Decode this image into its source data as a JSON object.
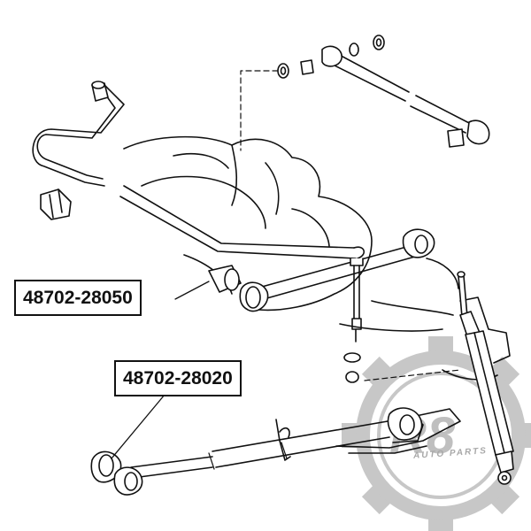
{
  "parts": [
    {
      "number": "48702-28050"
    },
    {
      "number": "48702-28020"
    }
  ],
  "watermark": {
    "mark": "R8",
    "tagline": "AUTO PARTS",
    "color": "#9a9a9a"
  },
  "colors": {
    "ink": "#111111",
    "label_border": "#111111",
    "background": "#ffffff"
  }
}
